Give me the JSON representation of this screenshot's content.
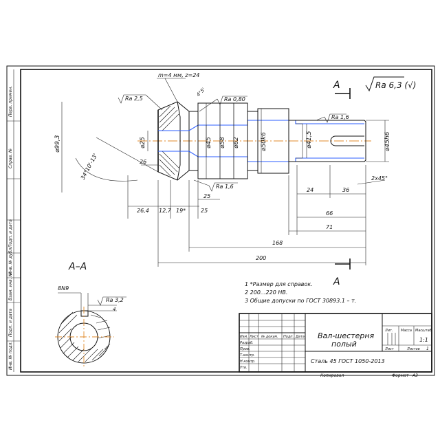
{
  "drawing": {
    "section_label_top": "А",
    "section_label_bottom": "А",
    "roughness_general": "Ra 6,3 (√)",
    "gear_params": "m=4 мм, z=24",
    "rough": {
      "r25": "Ra 2,5",
      "r080": "Ra 0,80",
      "r16a": "Ra 1,6",
      "r16b": "Ra 1,6",
      "r32": "Ra 3,2"
    },
    "dims": {
      "d993": "⌀99,3",
      "d25": "⌀25",
      "d45": "⌀45",
      "d58": "⌀58",
      "d62": "⌀62",
      "d50k6": "⌀50k6",
      "d415": "⌀41,5",
      "d45h6": "⌀45h6",
      "angle": "34°10'-13'",
      "l26": "26",
      "l264": "26,4",
      "l127": "12,7",
      "l19": "19*",
      "l25a": "25",
      "l25b": "25",
      "l24": "24",
      "l36": "36",
      "chamfer": "2х45°",
      "l66": "66",
      "l71": "71",
      "l168": "168",
      "l200": "200",
      "key": "8N9",
      "key_depth": "4",
      "angle_mark": "4°5'"
    },
    "section_title": "А–А",
    "notes": [
      "1  *Размер для справок.",
      "2  200...220 НВ.",
      "3  Общие допуски по ГОСТ 30893.1 – т."
    ]
  },
  "title_block": {
    "name_line1": "Вал-шестерня",
    "name_line2": "полый",
    "material": "Сталь 45 ГОСТ 1050-2013",
    "col_lit": "Лит.",
    "col_mass": "Масса",
    "col_scale": "Масштаб",
    "scale_value": "1:1",
    "sheet_label": "Лист",
    "sheets_label": "Листов",
    "sheets_value": "1",
    "rows": [
      "Изм.",
      "Лист",
      "№ докум.",
      "Подп.",
      "Дата"
    ],
    "roles": [
      "Разраб.",
      "Пров.",
      "Т.контр.",
      "",
      "Н.контр.",
      "Утв."
    ],
    "copied": "Копировал",
    "format": "Формат",
    "format_value": "А3"
  },
  "margin_labels": [
    "Перв. примен.",
    "Справ. №",
    "Подп. и дата",
    "Инв. № дубл.",
    "Взам. инв. №",
    "Подп. и дата",
    "Инв. № подл."
  ]
}
